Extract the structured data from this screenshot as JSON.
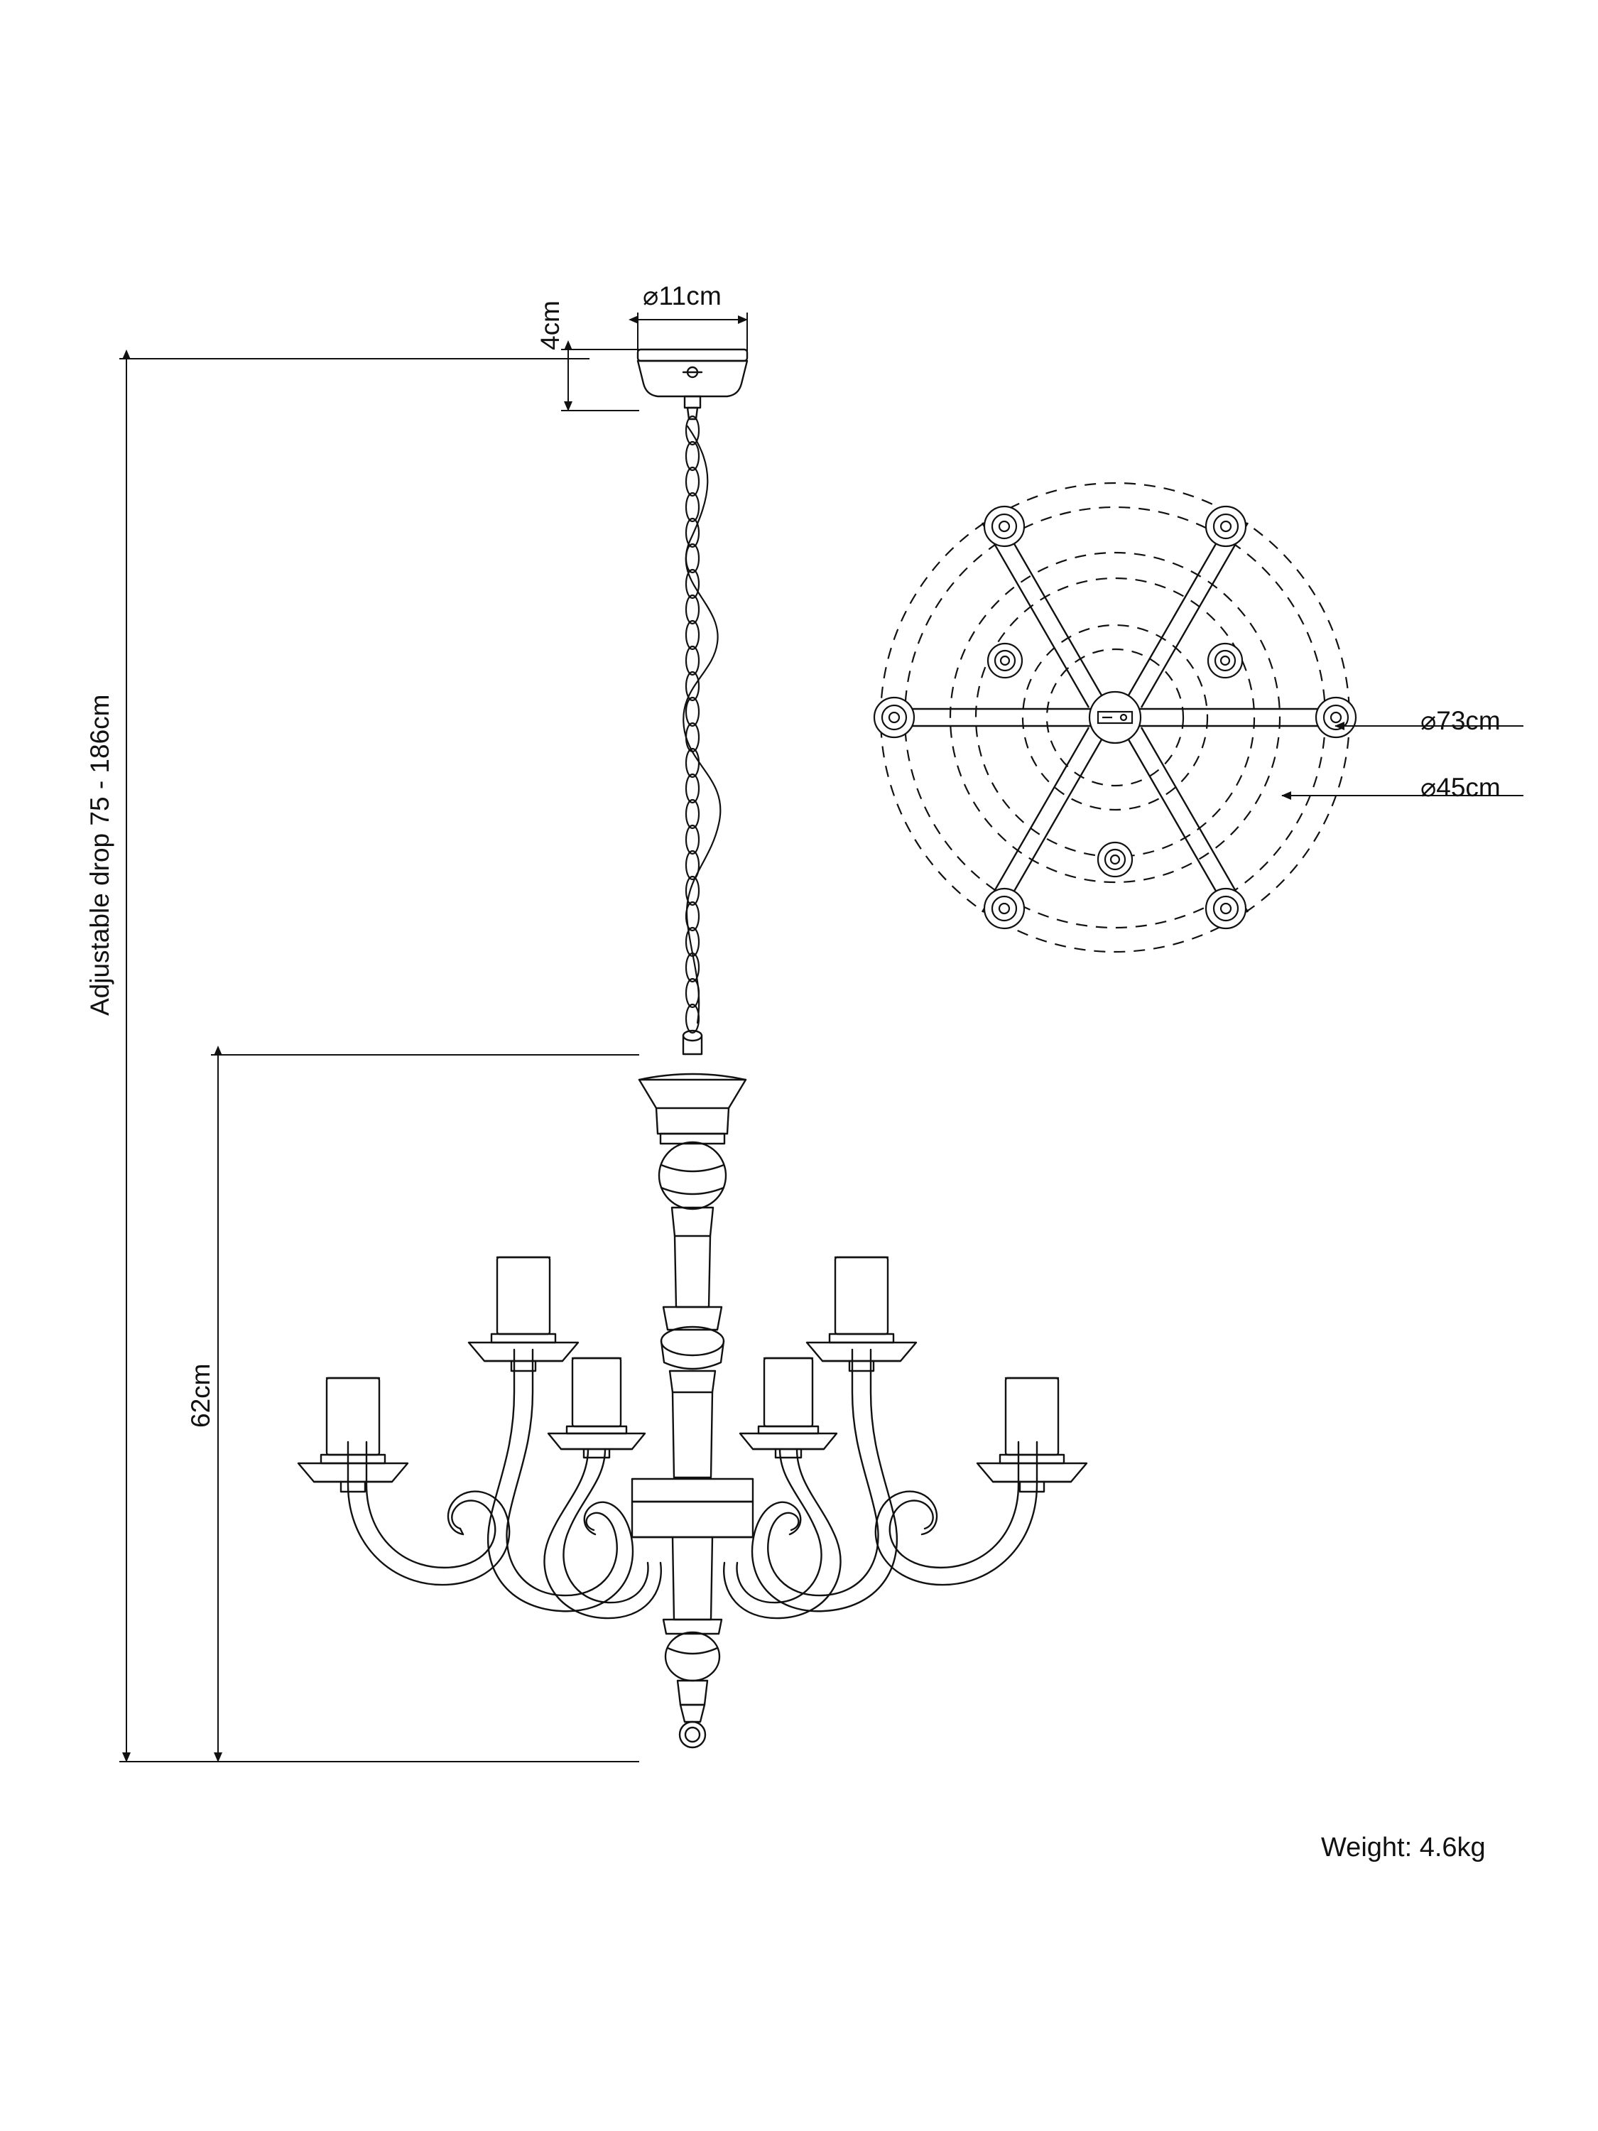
{
  "diagram": {
    "title": "Chandelier dimension drawing",
    "labels": {
      "ceiling_rose_diameter": "⌀11cm",
      "ceiling_rose_height": "4cm",
      "outer_diameter": "⌀73cm",
      "inner_diameter": "⌀45cm",
      "adjustable_drop": "Adjustable drop 75 - 186cm",
      "body_height": "62cm",
      "weight": "Weight: 4.6kg"
    },
    "views": {
      "front": "front elevation of 6-arm chandelier with chain suspension",
      "plan": "top plan view showing 6 radial arms"
    },
    "colors": {
      "line": "#111111",
      "background": "#ffffff"
    }
  }
}
